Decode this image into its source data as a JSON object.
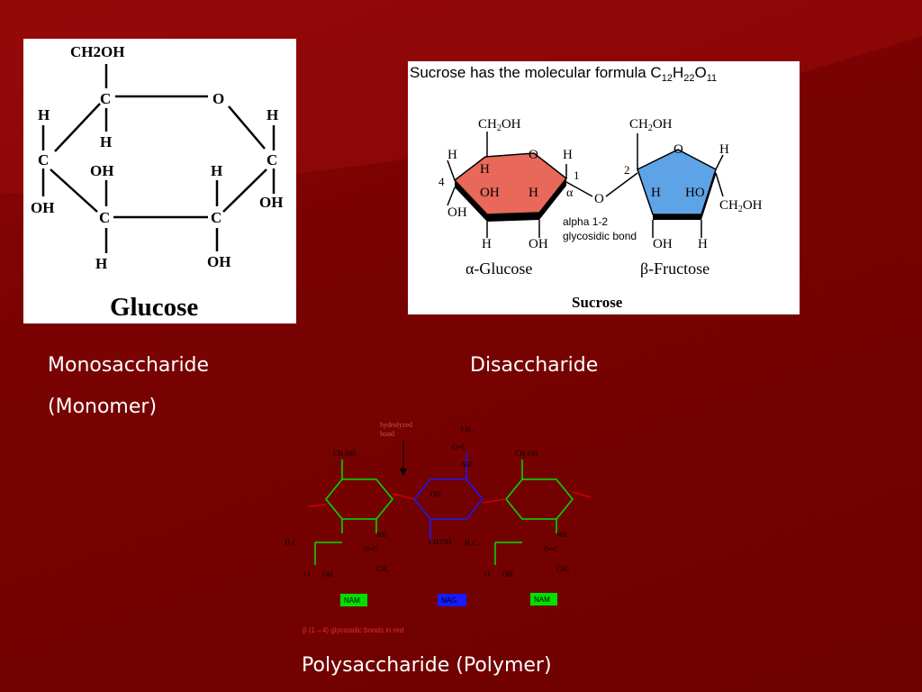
{
  "glucose": {
    "top_group": "CH2OH",
    "atoms": {
      "c_top": "C",
      "o_ring": "O",
      "h_under_c_top": "H",
      "h_left": "H",
      "c_left": "C",
      "oh_left": "OH",
      "h_right": "H",
      "c_right": "C",
      "oh_right": "OH",
      "oh_mid_left": "OH",
      "c_bottom_left": "C",
      "h_bottom_left": "H",
      "h_mid_right": "H",
      "c_bottom_right": "C",
      "oh_bottom_right": "OH"
    },
    "name": "Glucose"
  },
  "sucrose": {
    "formula": {
      "prefix": "Sucrose has the molecular formula ",
      "c": "C",
      "c_sub": "12",
      "h": "H",
      "h_sub": "22",
      "o": "O",
      "o_sub": "11"
    },
    "glucose_ring": {
      "ch2oh": "CH",
      "ch2oh_sub": "2",
      "ch2oh_tail": "OH",
      "h_topleft": "H",
      "h_inner_top": "H",
      "o_ring": "O",
      "h_topright": "H",
      "four": "4",
      "one": "1",
      "alpha": "α",
      "oh_left": "OH",
      "oh_inner": "OH",
      "h_inner_right": "H",
      "h_bottom_left": "H",
      "oh_bottom": "OH"
    },
    "bond_o": "O",
    "bond_label_1": "alpha 1-2",
    "bond_label_2": "glycosidic bond",
    "fructose_ring": {
      "ch2oh_top": "CH",
      "ch2oh_top_sub": "2",
      "ch2oh_top_tail": "OH",
      "two": "2",
      "o_ring": "O",
      "h_right": "H",
      "h_inner": "H",
      "ho_inner": "HO",
      "ch2oh_right": "CH",
      "ch2oh_right_sub": "2",
      "ch2oh_right_tail": "OH",
      "oh_bottom": "OH",
      "h_bottom": "H"
    },
    "label_glucose": "α-Glucose",
    "label_fructose": "β-Fructose",
    "name": "Sucrose"
  },
  "captions": {
    "monosaccharide": "Monosaccharide",
    "monomer": "(Monomer)",
    "disaccharide": "Disaccharide",
    "polysaccharide": "Polysaccharide (Polymer)"
  },
  "peptidoglycan": {
    "hydrolyzed": "hydrolyzed",
    "bond": "bond",
    "nam_left": "NAM",
    "nag": "NAG",
    "nam_right": "NAM",
    "footnote": "β (1→4) glycosidic bonds in red",
    "groups": {
      "ch2oh_1": "CH₂OH",
      "ch2oh_2": "CH₂OH",
      "ch2oh_3": "CH₂OH",
      "ch3_top": "CH₃",
      "oc": "O=C",
      "nh_top": "NH",
      "oh_mid": "OH",
      "nh_1": "NH",
      "nh_2": "NH",
      "h3c_1": "H₃C",
      "h3c_2": "H₃C",
      "oc_1": "O=C",
      "oc_2": "O=C",
      "ch3_1": "CH₃",
      "ch3_2": "CH₃",
      "o_1": "O",
      "o_2": "O",
      "oh_1": "OH",
      "oh_2": "OH",
      "h": "H",
      "c": "C",
      "o": "O"
    }
  }
}
